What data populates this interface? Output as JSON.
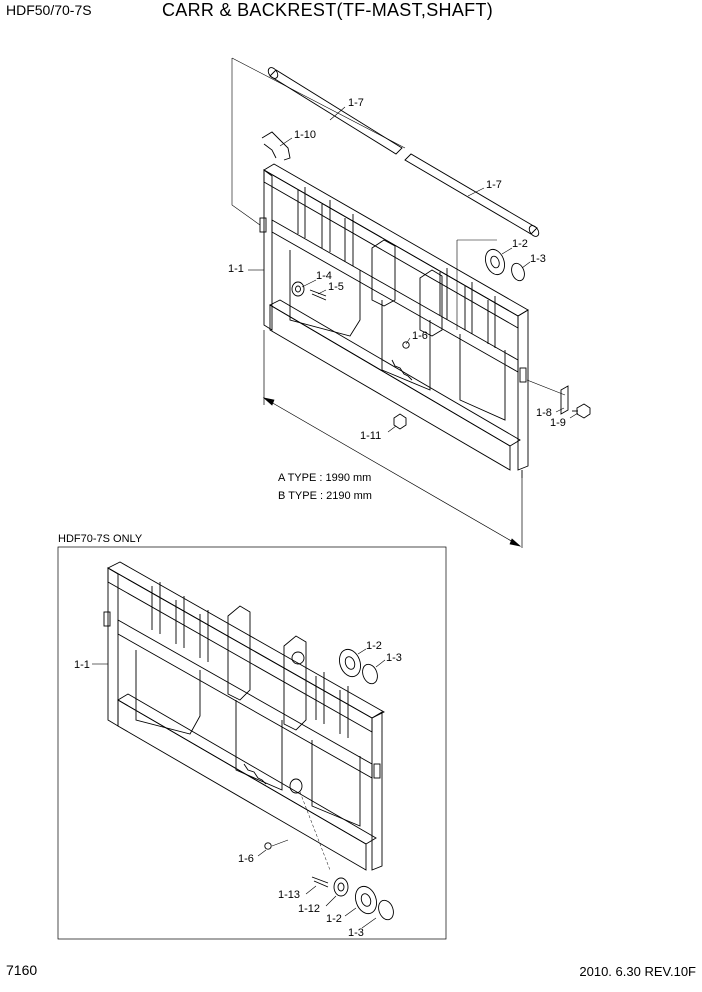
{
  "header": {
    "model": "HDF50/70-7S",
    "title": "CARR & BACKREST(TF-MAST,SHAFT)"
  },
  "upper_diagram": {
    "callouts": {
      "p17a": "1-7",
      "p17b": "1-7",
      "p110": "1-10",
      "p12": "1-2",
      "p13": "1-3",
      "p11": "1-1",
      "p14": "1-4",
      "p15": "1-5",
      "p16": "1-6",
      "p18": "1-8",
      "p19": "1-9",
      "p111": "1-11"
    },
    "dimensions": {
      "type_a": "A TYPE : 1990 mm",
      "type_b": "B TYPE : 2190 mm"
    }
  },
  "lower_diagram": {
    "section_label": "HDF70-7S ONLY",
    "callouts": {
      "p11": "1-1",
      "p12a": "1-2",
      "p13a": "1-3",
      "p16": "1-6",
      "p113": "1-13",
      "p112": "1-12",
      "p12b": "1-2",
      "p13b": "1-3"
    }
  },
  "footer": {
    "page_number": "7160",
    "date_revision": "2010. 6.30  REV.10F"
  }
}
